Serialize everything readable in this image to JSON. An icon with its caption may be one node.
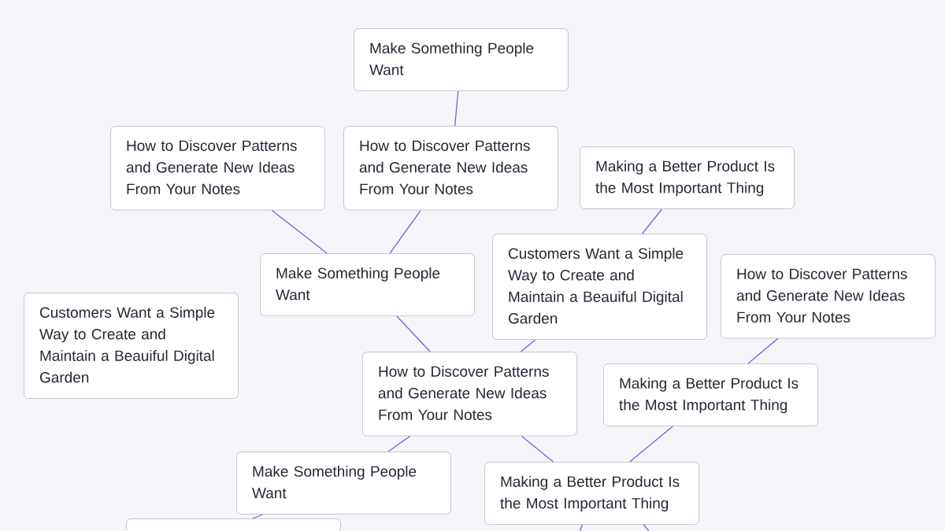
{
  "diagram": {
    "nodes": [
      {
        "text": [
          "Make Something People Want"
        ]
      },
      {
        "text": [
          "How to Discover Patterns and Generate New Ideas From Your Notes"
        ]
      },
      {
        "text": [
          "How to Discover Patterns and Generate New Ideas From Your Notes"
        ]
      },
      {
        "text": [
          "Making a Better Product Is the Most Important Thing"
        ]
      },
      {
        "text": [
          "Customers Want a Simple Way to Create and Maintain a Beauiful Digital Garden"
        ]
      },
      {
        "text": [
          "Make Something People Want"
        ]
      },
      {
        "text": [
          "Customers Want a Simple Way to Create and Maintain a Beauiful Digital Garden"
        ]
      },
      {
        "text": [
          "How to Discover Patterns and Generate New Ideas From Your Notes"
        ]
      },
      {
        "text": [
          "How to Discover Patterns and Generate New Ideas From Your Notes"
        ]
      },
      {
        "text": [
          "Making a Better Product Is the Most Important Thing"
        ]
      },
      {
        "text": [
          "Make Something People Want"
        ]
      },
      {
        "text": [
          "Making a Better Product Is the Most Important Thing"
        ]
      },
      {
        "text": [],
        "shape": "box"
      }
    ],
    "edges": [
      {
        "from": 0,
        "to": 2,
        "arrow": "none"
      },
      {
        "from": 1,
        "to": 5,
        "arrow": "none"
      },
      {
        "from": 2,
        "to": 5,
        "arrow": "none"
      },
      {
        "from": 3,
        "to": 6,
        "arrow": "none"
      },
      {
        "from": 5,
        "to": 8,
        "arrow": "none"
      },
      {
        "from": 6,
        "to": 8,
        "arrow": "none"
      },
      {
        "from": 7,
        "to": 9,
        "arrow": "none"
      },
      {
        "from": 8,
        "to": 10,
        "arrow": "none"
      },
      {
        "from": 8,
        "to": 11,
        "arrow": "none"
      },
      {
        "from": 9,
        "to": 11,
        "arrow": "none"
      },
      {
        "from": 10,
        "to": 12,
        "arrow": "none"
      },
      {
        "from": 11,
        "to": null,
        "arrow": "none"
      },
      {
        "from": 11,
        "to": null,
        "arrow": "none"
      }
    ]
  }
}
